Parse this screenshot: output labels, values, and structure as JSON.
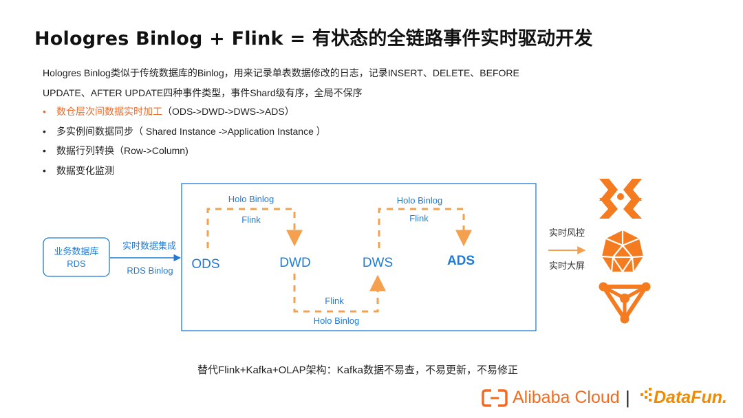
{
  "title": "Hologres Binlog + Flink = 有状态的全链路事件实时驱动开发",
  "intro": "Hologres Binlog类似于传统数据库的Binlog，用来记录单表数据修改的日志，记录INSERT、DELETE、BEFORE UPDATE、AFTER UPDATE四种事件类型，事件Shard级有序，全局不保序",
  "bullets": [
    {
      "lead": "数仓层次间数据实时加工",
      "tail": "（ODS->DWD->DWS->ADS）"
    },
    {
      "lead": "多实例间数据同步",
      "tail": "（ Shared Instance ->Application Instance ）"
    },
    {
      "lead": "数据行列转换",
      "tail": "（Row->Column)"
    },
    {
      "lead": "数据变化监测",
      "tail": ""
    }
  ],
  "bullet_symbol": "•",
  "diagram": {
    "source": {
      "line1": "业务数据库",
      "line2": "RDS"
    },
    "ingest_top": "实时数据集成",
    "ingest_bottom": "RDS Binlog",
    "stages": [
      "ODS",
      "DWD",
      "DWS",
      "ADS"
    ],
    "links": [
      {
        "top": "Holo Binlog",
        "bottom": "Flink"
      },
      {
        "top": "Flink",
        "bottom": "Holo Binlog"
      },
      {
        "top": "Holo Binlog",
        "bottom": "Flink"
      }
    ],
    "outputs": [
      "实时风控",
      "实时大屏"
    ],
    "colors": {
      "blue": "#1e7bd6",
      "orange": "#f5a04e",
      "accent": "#ef6a28"
    }
  },
  "note": "替代Flink+Kafka+OLAP架构：Kafka数据不易查，不易更新，不易修正",
  "logos": {
    "alibaba": "Alibaba Cloud",
    "separator": "|",
    "datafun": "DataFun."
  }
}
